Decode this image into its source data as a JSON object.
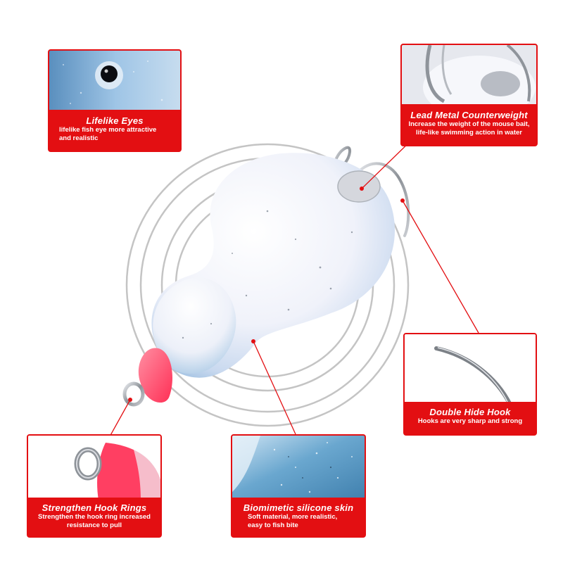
{
  "callouts": {
    "eyes": {
      "title": "Lifelike  Eyes",
      "desc_1": "lifelike fish eye more attractive",
      "desc_2": "and realistic"
    },
    "lead": {
      "title": "Lead Metal Counterweight",
      "desc_1": "Increase the weight of the mouse bait,",
      "desc_2": "life-like swimming action in water"
    },
    "hook": {
      "title": "Double Hide Hook",
      "desc_1": "Hooks are very sharp and strong"
    },
    "ring": {
      "title": "Strengthen Hook Rings",
      "desc_1": "Strengthen the hook ring increased",
      "desc_2": "resistance to pull"
    },
    "skin": {
      "title": "Biomimetic silicone skin",
      "desc_1": "Soft material, more realistic,",
      "desc_2": "easy to fish bite"
    }
  },
  "colors": {
    "accent_red": "#e30f12",
    "lure_white": "#f4f5fb",
    "lure_blue": "#9cc4e4",
    "lure_tip_pink": "#ff3f62",
    "hook_steel": "#9a9ea4"
  }
}
